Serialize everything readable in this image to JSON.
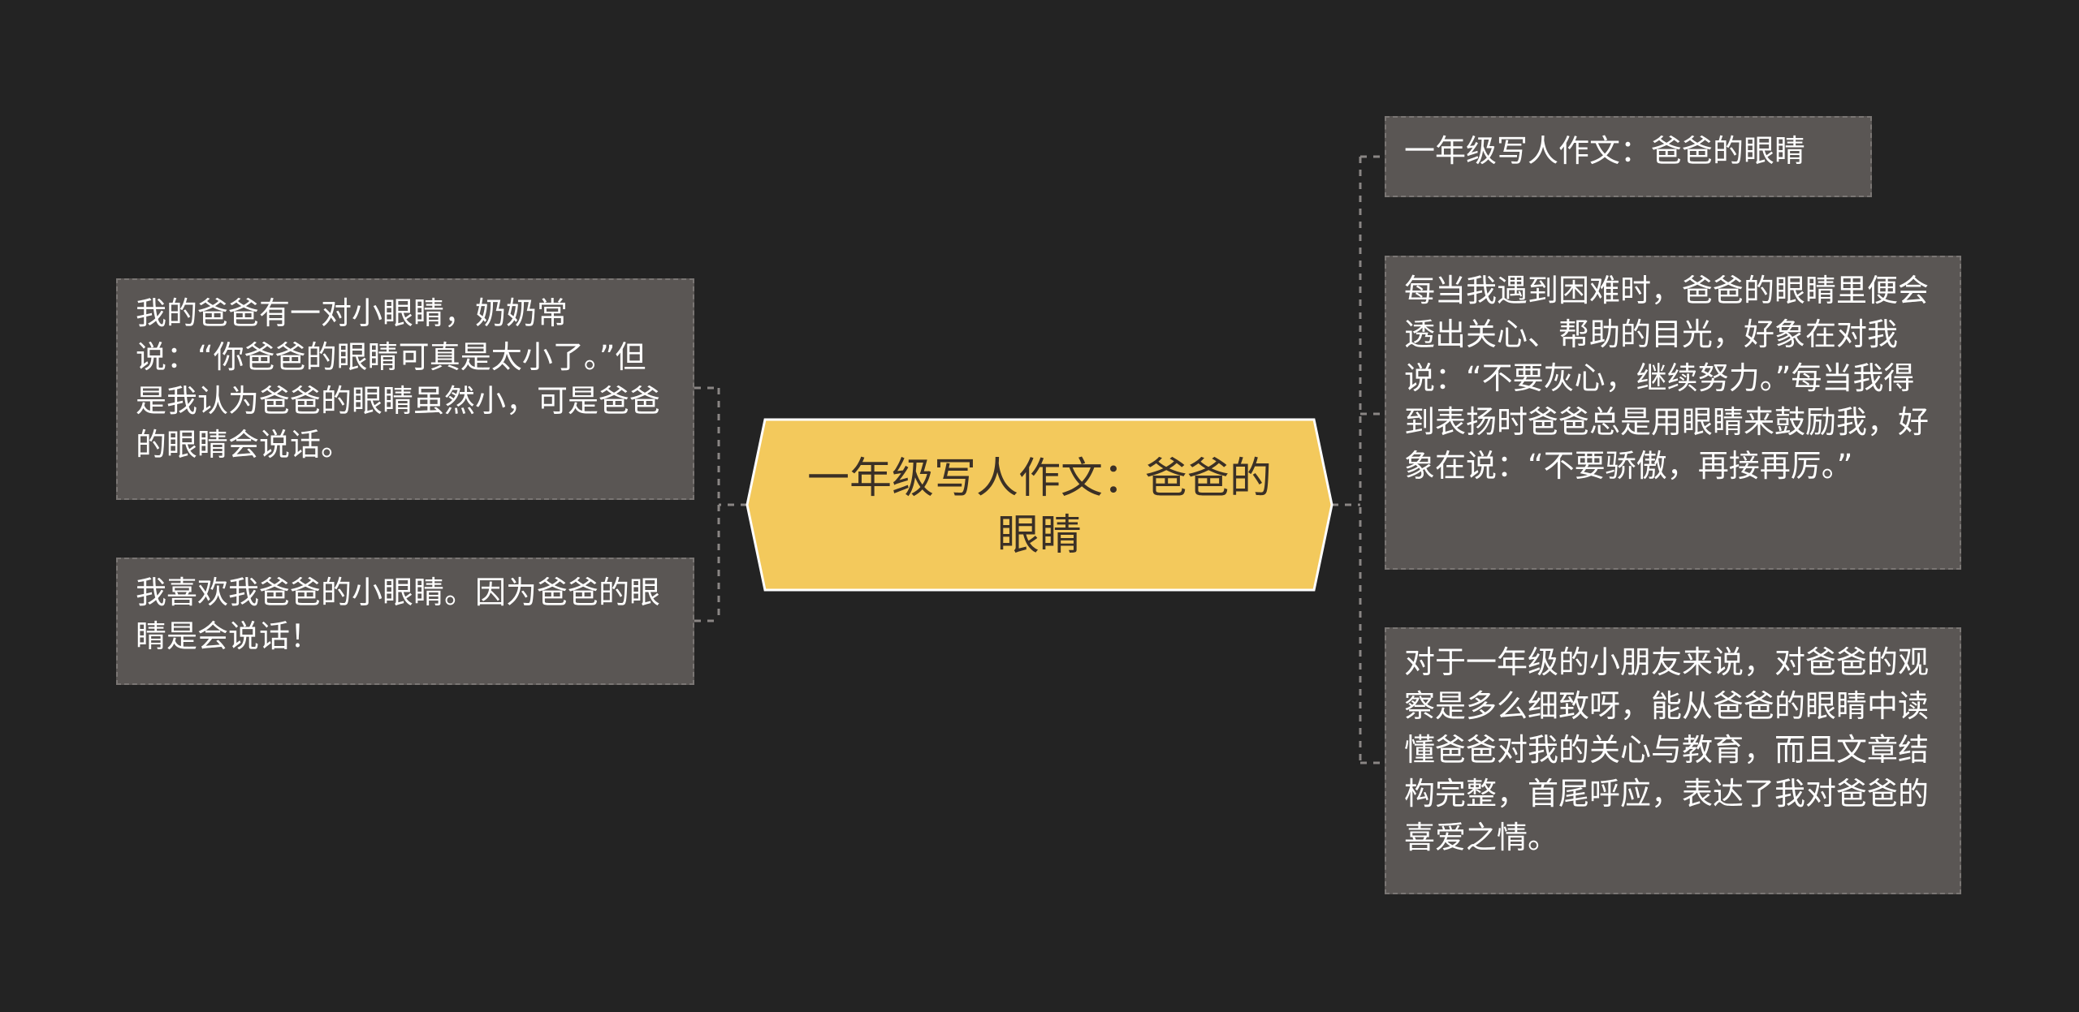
{
  "central": {
    "text": "一年级写人作文：爸爸的眼睛"
  },
  "left_nodes": [
    {
      "text": "我的爸爸有一对小眼睛，奶奶常说：“你爸爸的眼睛可真是太小了。”但是我认为爸爸的眼睛虽然小，可是爸爸的眼睛会说话。"
    },
    {
      "text": "我喜欢我爸爸的小眼睛。因为爸爸的眼睛是会说话！"
    }
  ],
  "right_nodes": [
    {
      "text": "一年级写人作文：爸爸的眼睛"
    },
    {
      "text": "每当我遇到困难时，爸爸的眼睛里便会透出关心、帮助的目光，好象在对我说：“不要灰心，继续努力。”每当我得到表扬时爸爸总是用眼睛来鼓励我，好象在说：“不要骄傲，再接再厉。”"
    },
    {
      "text": "对于一年级的小朋友来说，对爸爸的观察是多么细致呀，能从爸爸的眼睛中读懂爸爸对我的关心与教育，而且文章结构完整，首尾呼应，表达了我对爸爸的喜爱之情。"
    }
  ],
  "colors": {
    "background": "#232323",
    "central_fill": "#f3c95c",
    "central_text": "#3b3026",
    "node_fill": "#5a5654",
    "node_border": "#7a7674",
    "node_text": "#ffffff",
    "connector": "#8a8684"
  }
}
